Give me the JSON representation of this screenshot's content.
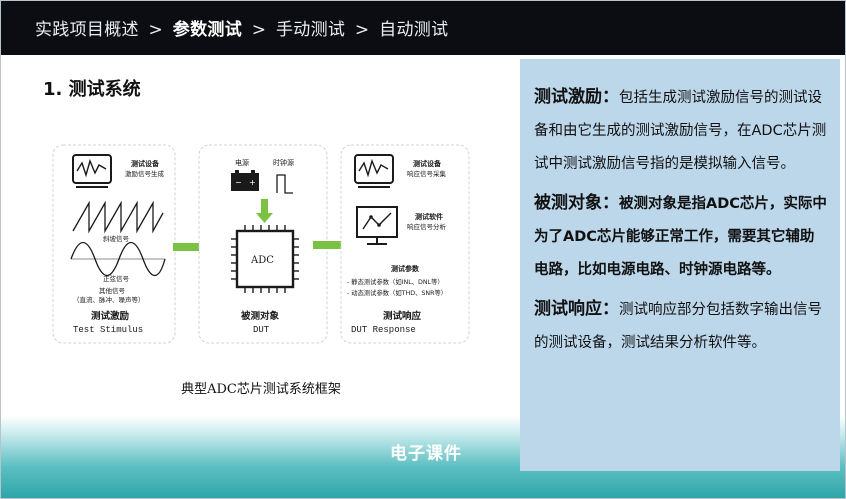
{
  "header": {
    "breadcrumb": [
      "实践项目概述",
      "参数测试",
      "手动测试",
      "自动测试"
    ],
    "separator": ">"
  },
  "left": {
    "title": "1. 测试系统",
    "caption": "典型ADC芯片测试系统框架",
    "footer": "电子课件"
  },
  "diagram": {
    "stimulus": {
      "device_title": "测试设备",
      "device_sub": "激励信号生成",
      "ramp": "斜坡信号",
      "sine": "正弦信号",
      "other": "其他信号",
      "other_sub": "（直流、脉冲、噪声等）",
      "label_cn": "测试激励",
      "label_en": "Test Stimulus"
    },
    "dut": {
      "power": "电源",
      "clock": "时钟源",
      "chip": "ADC",
      "label_cn": "被测对象",
      "label_en": "DUT"
    },
    "response": {
      "device_title": "测试设备",
      "device_sub": "响应信号采集",
      "software_title": "测试软件",
      "software_sub": "响应信号分析",
      "params_title": "测试参数",
      "static": "- 静态测试参数（如INL、DNL等）",
      "dynamic": "- 动态测试参数（如THD、SNR等）",
      "label_cn": "测试响应",
      "label_en": "DUT Response"
    },
    "colors": {
      "arrow": "#7cc242",
      "box_border": "#cfd3d6",
      "ink": "#1a1a1a"
    }
  },
  "right": {
    "p1": {
      "term": "测试激励：",
      "text": "包括生成测试激励信号的测试设备和由它生成的测试激励信号，在ADC芯片测试中测试激励信号指的是模拟输入信号。"
    },
    "p2": {
      "term": "被测对象：",
      "text": "被测对象是指ADC芯片，实际中为了ADC芯片能够正常工作，需要其它辅助电路，比如电源电路、时钟源电路等。"
    },
    "p3": {
      "term": "测试响应：",
      "text": "测试响应部分包括数字输出信号的测试设备，测试结果分析软件等。"
    }
  },
  "colors": {
    "header_bg": "#0b0d12",
    "panel_bg": "#bcd6ea",
    "band": "#2aa4a8"
  }
}
